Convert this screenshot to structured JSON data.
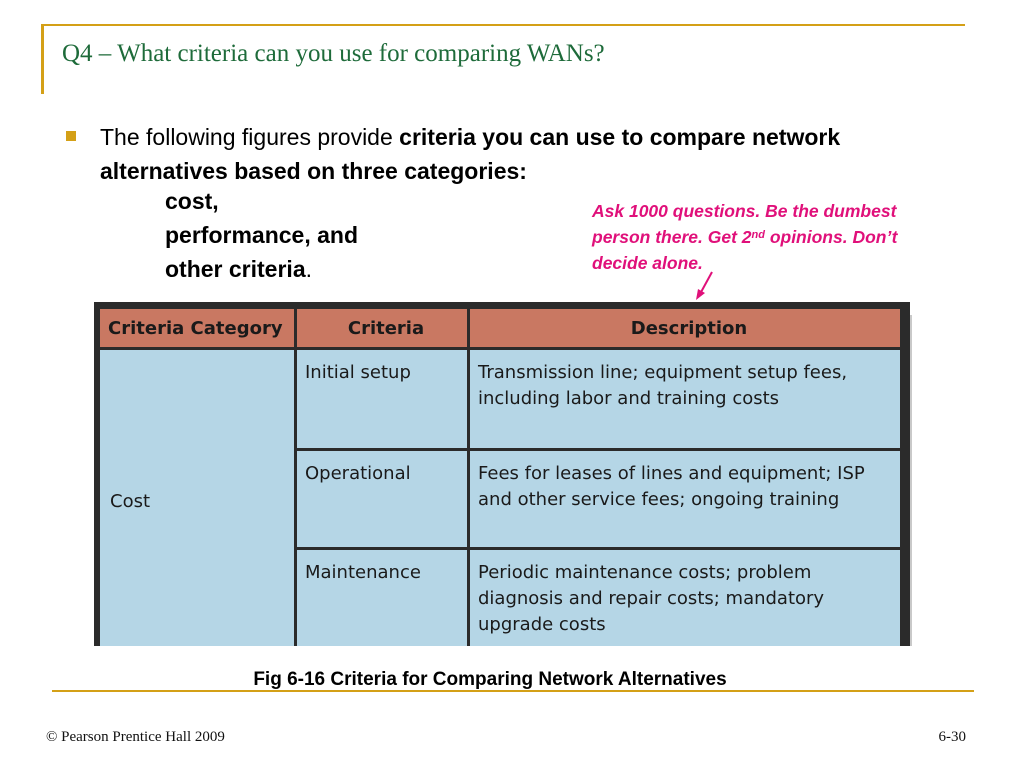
{
  "slide": {
    "title": "Q4 – What criteria can you use for comparing WANs?",
    "intro_plain": "The following figures provide ",
    "intro_bold": "criteria you can use to compare network alternatives based on three categories:",
    "categories": [
      "cost,",
      "performance, and",
      "other criteria"
    ],
    "categories_end": ".",
    "note_part1": "Ask 1000 questions. Be the dumbest person there. Get 2",
    "note_sup": "nd",
    "note_part2": " opinions. Don’t decide alone.",
    "accent_color": "#d4a017",
    "note_color": "#e0107a",
    "title_color": "#1e6b3a"
  },
  "table": {
    "headers": [
      "Criteria Category",
      "Criteria",
      "Description"
    ],
    "category": "Cost",
    "rows": [
      {
        "criteria": "Initial setup",
        "description": "Transmission line; equipment setup fees, including labor and training costs"
      },
      {
        "criteria": "Operational",
        "description": "Fees for leases of lines and equipment; ISP and other service fees; ongoing training"
      },
      {
        "criteria": "Maintenance",
        "description": "Periodic maintenance costs; problem diagnosis and repair costs; mandatory upgrade costs"
      }
    ],
    "header_color": "#c97862",
    "cell_color": "#b5d6e6"
  },
  "caption": "Fig 6-16 Criteria for Comparing Network Alternatives",
  "footer": {
    "copyright": "© Pearson Prentice Hall 2009",
    "page": "6-30"
  }
}
